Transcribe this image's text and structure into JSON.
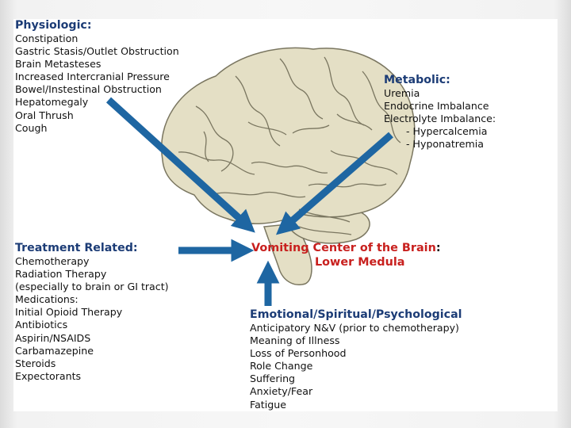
{
  "colors": {
    "navy": "#1c3c76",
    "red": "#c8201e",
    "arrow": "#1e66a2",
    "brain": "#e4dfc5",
    "brain_stroke": "#7a7660"
  },
  "physiologic": {
    "heading": "Physiologic:",
    "items": [
      "Constipation",
      "Gastric Stasis/Outlet Obstruction",
      "Brain Metasteses",
      "Increased Intercranial Pressure",
      "Bowel/Instestinal Obstruction",
      "Hepatomegaly",
      "Oral Thrush",
      "Cough"
    ]
  },
  "metabolic": {
    "heading": "Metabolic:",
    "items": [
      "Uremia",
      "Endocrine Imbalance",
      "Electrolyte Imbalance:"
    ],
    "subitems": [
      "- Hypercalcemia",
      "- Hyponatremia"
    ]
  },
  "treatment": {
    "heading": "Treatment Related:",
    "items": [
      "Chemotherapy",
      "Radiation Therapy",
      "(especially to brain or GI tract)",
      "Medications:",
      "Initial Opioid Therapy",
      "Antibiotics",
      "Aspirin/NSAIDS",
      "Carbamazepine",
      "Steroids",
      "Expectorants"
    ]
  },
  "vomiting_center": {
    "title": "Vomiting Center of the Brain",
    "colon": ":",
    "subtitle": "Lower Medula"
  },
  "emotional": {
    "heading": "Emotional/Spiritual/Psychological",
    "items": [
      "Anticipatory N&V (prior to chemotherapy)",
      "Meaning of Illness",
      "Loss of Personhood",
      "Role Change",
      "Suffering",
      "Anxiety/Fear",
      "Fatigue"
    ]
  }
}
